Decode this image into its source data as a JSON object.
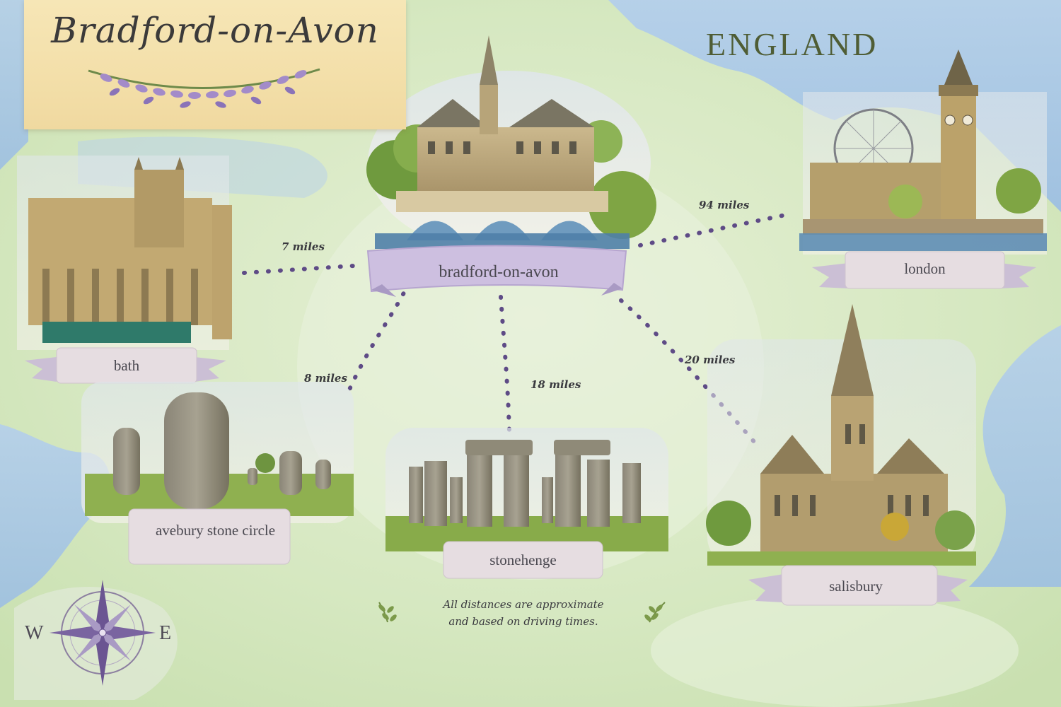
{
  "title": "Bradford-on-Avon",
  "country": "ENGLAND",
  "colors": {
    "land": "#d7e9c4",
    "water": "#a9c8e6",
    "route": "#5e4b86",
    "ribbon_purple": "#cdbfe0",
    "ribbon_neutral": "#e6dde1",
    "title_card": "#f3dfa9",
    "heading_green": "#4f5d35"
  },
  "places": {
    "center": {
      "name": "bradford-on-avon",
      "icon": "town-bridge-illustration"
    },
    "bath": {
      "name": "bath",
      "icon": "roman-baths-illustration"
    },
    "london": {
      "name": "london",
      "icon": "big-ben-illustration"
    },
    "avebury": {
      "name": "avebury stone circle",
      "icon": "standing-stones-illustration"
    },
    "stonehenge": {
      "name": "stonehenge",
      "icon": "stonehenge-illustration"
    },
    "salisbury": {
      "name": "salisbury",
      "icon": "cathedral-spire-illustration"
    }
  },
  "routes": {
    "bath": "7 miles",
    "london": "94 miles",
    "avebury": "8 miles",
    "stonehenge": "18 miles",
    "salisbury": "20 miles"
  },
  "note": {
    "line1": "All distances are approximate",
    "line2": "and based on driving times."
  },
  "compass": {
    "west": "W",
    "east": "E",
    "icon": "compass-rose-icon"
  }
}
